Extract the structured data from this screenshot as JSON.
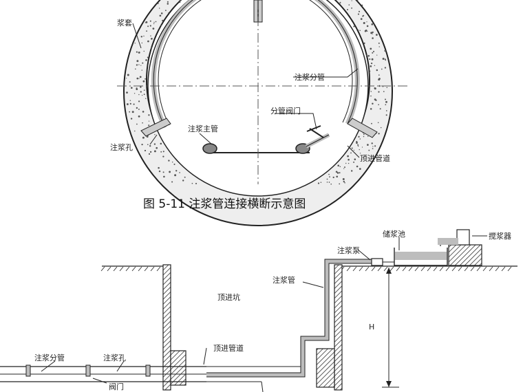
{
  "figure1": {
    "caption": "图 5-11    注浆管连接横断示意图",
    "labels": {
      "slurry_jacket": "浆套",
      "branch_pipe": "注浆分管",
      "branch_valve": "分管阀门",
      "main_pipe": "注浆主管",
      "hole": "注浆孔",
      "jacking_pipe": "顶进管道"
    }
  },
  "figure2": {
    "labels": {
      "storage_tank": "储浆池",
      "mixer": "搅浆器",
      "pump": "注浆泵",
      "grout_pipe": "注浆管",
      "pit": "顶进坑",
      "branch_pipe": "注浆分管",
      "hole": "注浆孔",
      "jacking_pipe": "顶进管道",
      "valve": "阀门",
      "height": "H"
    }
  },
  "colors": {
    "line": "#222222",
    "grout": "#bdbdbd",
    "hatch": "#333333",
    "speckle": "#555555"
  }
}
